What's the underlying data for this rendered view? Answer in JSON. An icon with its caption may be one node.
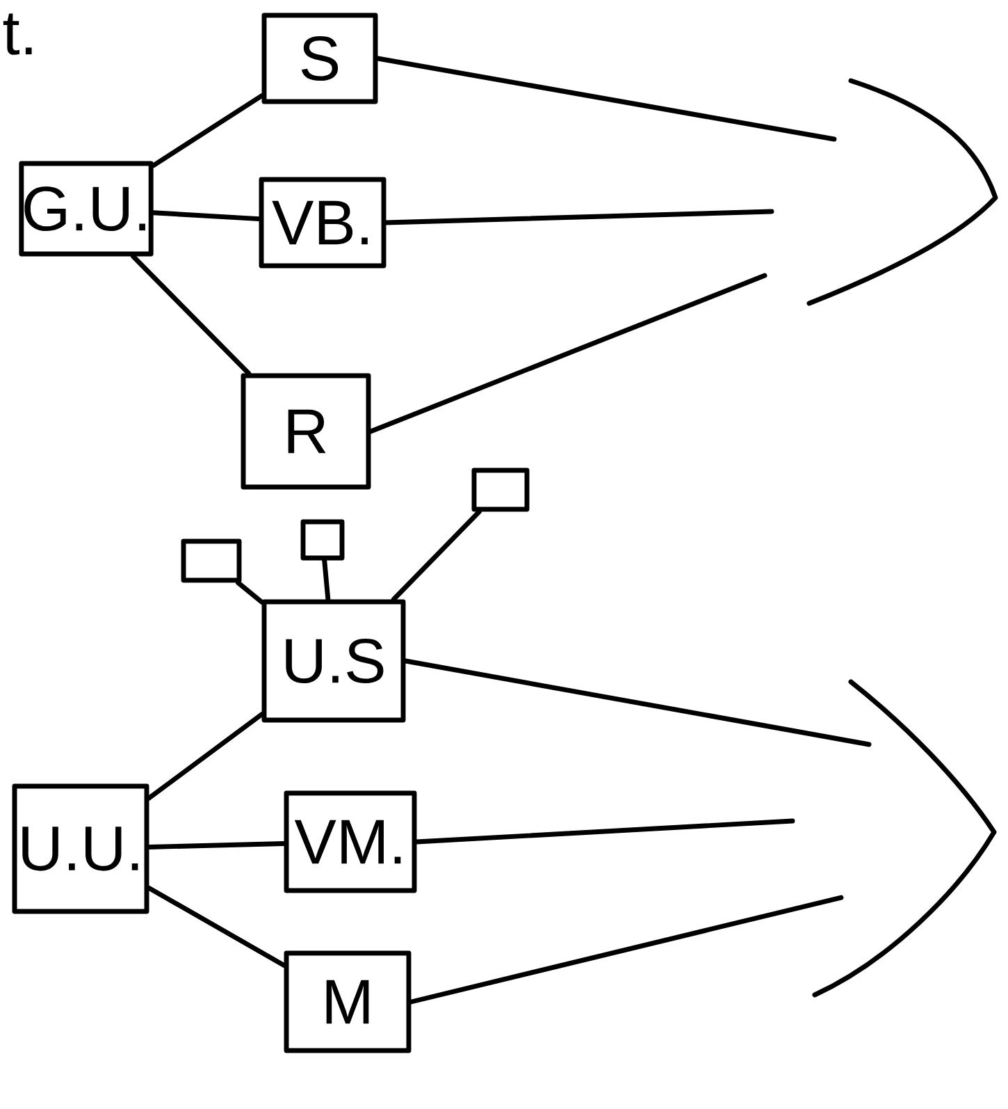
{
  "diagram": {
    "nodes": [
      {
        "text": [
          "S"
        ]
      },
      {
        "text": [
          "G.U."
        ]
      },
      {
        "text": [
          "VB."
        ]
      },
      {
        "text": [
          "R"
        ]
      },
      {
        "text": [],
        "shape": "box"
      },
      {
        "text": [],
        "shape": "box"
      },
      {
        "text": [],
        "shape": "box"
      },
      {
        "text": [
          "U.S"
        ]
      },
      {
        "text": [
          "U.U."
        ]
      },
      {
        "text": [
          "VM."
        ]
      },
      {
        "text": [
          "M"
        ]
      }
    ],
    "edges": [
      {
        "from": 1,
        "to": 0,
        "arrow": "none"
      },
      {
        "from": 1,
        "to": 2,
        "arrow": "none"
      },
      {
        "from": 1,
        "to": 3,
        "arrow": "none"
      },
      {
        "from": 0,
        "to": null,
        "arrow": "none"
      },
      {
        "from": 2,
        "to": null,
        "arrow": "none"
      },
      {
        "from": 3,
        "to": null,
        "arrow": "none"
      },
      {
        "from": 7,
        "to": 4,
        "arrow": "none"
      },
      {
        "from": 7,
        "to": 5,
        "arrow": "none"
      },
      {
        "from": 7,
        "to": 6,
        "arrow": "none"
      },
      {
        "from": 8,
        "to": 7,
        "arrow": "none"
      },
      {
        "from": 8,
        "to": 9,
        "arrow": "none"
      },
      {
        "from": 8,
        "to": 10,
        "arrow": "none"
      },
      {
        "from": 7,
        "to": null,
        "arrow": "none"
      },
      {
        "from": 9,
        "to": null,
        "arrow": "none"
      },
      {
        "from": 10,
        "to": null,
        "arrow": "none"
      }
    ],
    "labels": [
      "t."
    ]
  }
}
